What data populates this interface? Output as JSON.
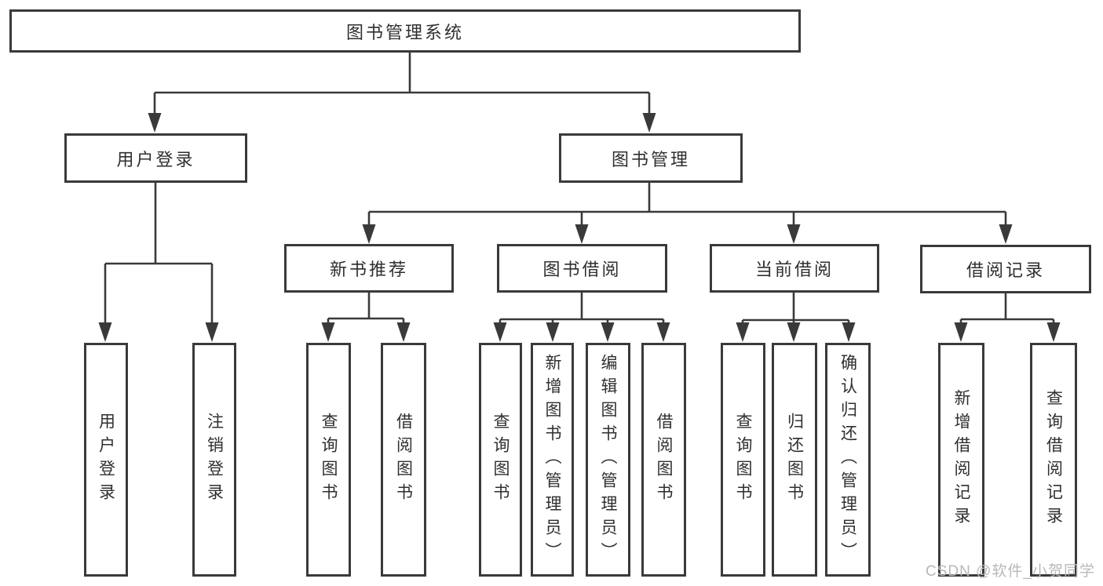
{
  "diagram_type": "hierarchy-tree",
  "colors": {
    "background": "#ffffff",
    "line": "#3a3a3a",
    "box_border": "#3a3a3a",
    "text": "#2f2f2f",
    "watermark_text": "#b8b8bc"
  },
  "watermark": "CSDN @软件_小贺同学",
  "tree": {
    "label": "图书管理系统",
    "children": [
      {
        "label": "用户登录",
        "children": [
          {
            "label": "用户登录"
          },
          {
            "label": "注销登录"
          }
        ]
      },
      {
        "label": "图书管理",
        "children": [
          {
            "label": "新书推荐",
            "children": [
              {
                "label": "查询图书"
              },
              {
                "label": "借阅图书"
              }
            ]
          },
          {
            "label": "图书借阅",
            "children": [
              {
                "label": "查询图书"
              },
              {
                "label": "新增图书（管理员）"
              },
              {
                "label": "编辑图书（管理员）"
              },
              {
                "label": "借阅图书"
              }
            ]
          },
          {
            "label": "当前借阅",
            "children": [
              {
                "label": "查询图书"
              },
              {
                "label": "归还图书"
              },
              {
                "label": "确认归还（管理员）"
              }
            ]
          },
          {
            "label": "借阅记录",
            "children": [
              {
                "label": "新增借阅记录"
              },
              {
                "label": "查询借阅记录"
              }
            ]
          }
        ]
      }
    ]
  }
}
